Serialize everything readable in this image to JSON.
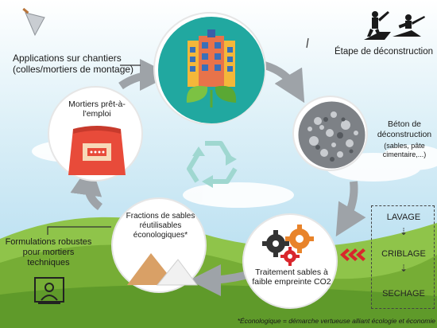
{
  "nodes": {
    "building": {},
    "concrete": {
      "label": "Béton de déconstruction",
      "sub": "(sables, pâte cimentaire,...)"
    },
    "treatment": {
      "label": "Traitement sables à faible empreinte CO2"
    },
    "fractions": {
      "label": "Fractions de sables réutilisables éconologiques*"
    },
    "mortars": {
      "label": "Mortiers prêt-à-l'emploi"
    }
  },
  "labels": {
    "applications": "Applications sur chantiers (colles/mortiers de montage)",
    "deconstruction": "Étape de déconstruction",
    "formulations": "Formulations robustes pour mortiers techniques"
  },
  "process": {
    "steps": [
      "LAVAGE",
      "CRIBLAGE",
      "SECHAGE"
    ]
  },
  "footnote": "*Éconologique = démarche vertueuse alliant écologie et économie",
  "colors": {
    "sky": "#bfe3f3",
    "grass": "#7fb23c",
    "arrow": "#9ea3a8",
    "chevron": "#d9262c",
    "recycle": "#9fd7d0",
    "node_fill": "#ffffff"
  }
}
